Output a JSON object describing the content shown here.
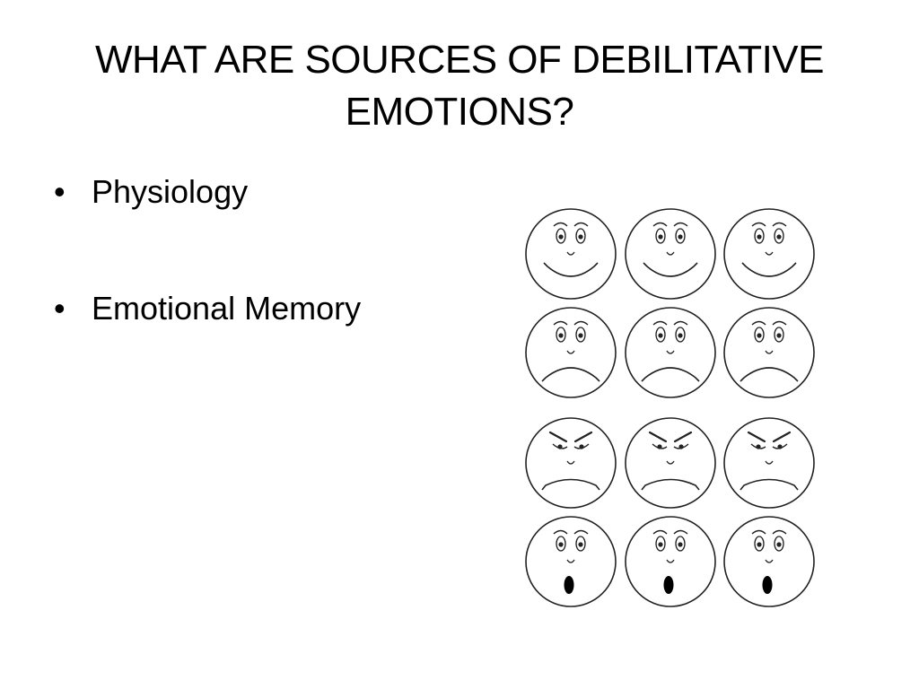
{
  "slide": {
    "title": "WHAT ARE SOURCES OF DEBILITATIVE EMOTIONS?",
    "bullets": [
      {
        "text": "Physiology"
      },
      {
        "text": "Emotional Memory"
      }
    ]
  },
  "illustration": {
    "rows": [
      {
        "expression": "happy",
        "count": 3
      },
      {
        "expression": "sad",
        "count": 3
      },
      {
        "expression": "angry",
        "count": 3
      },
      {
        "expression": "surprised",
        "count": 3
      }
    ]
  },
  "colors": {
    "background": "#ffffff",
    "text": "#000000",
    "line": "#222222"
  }
}
